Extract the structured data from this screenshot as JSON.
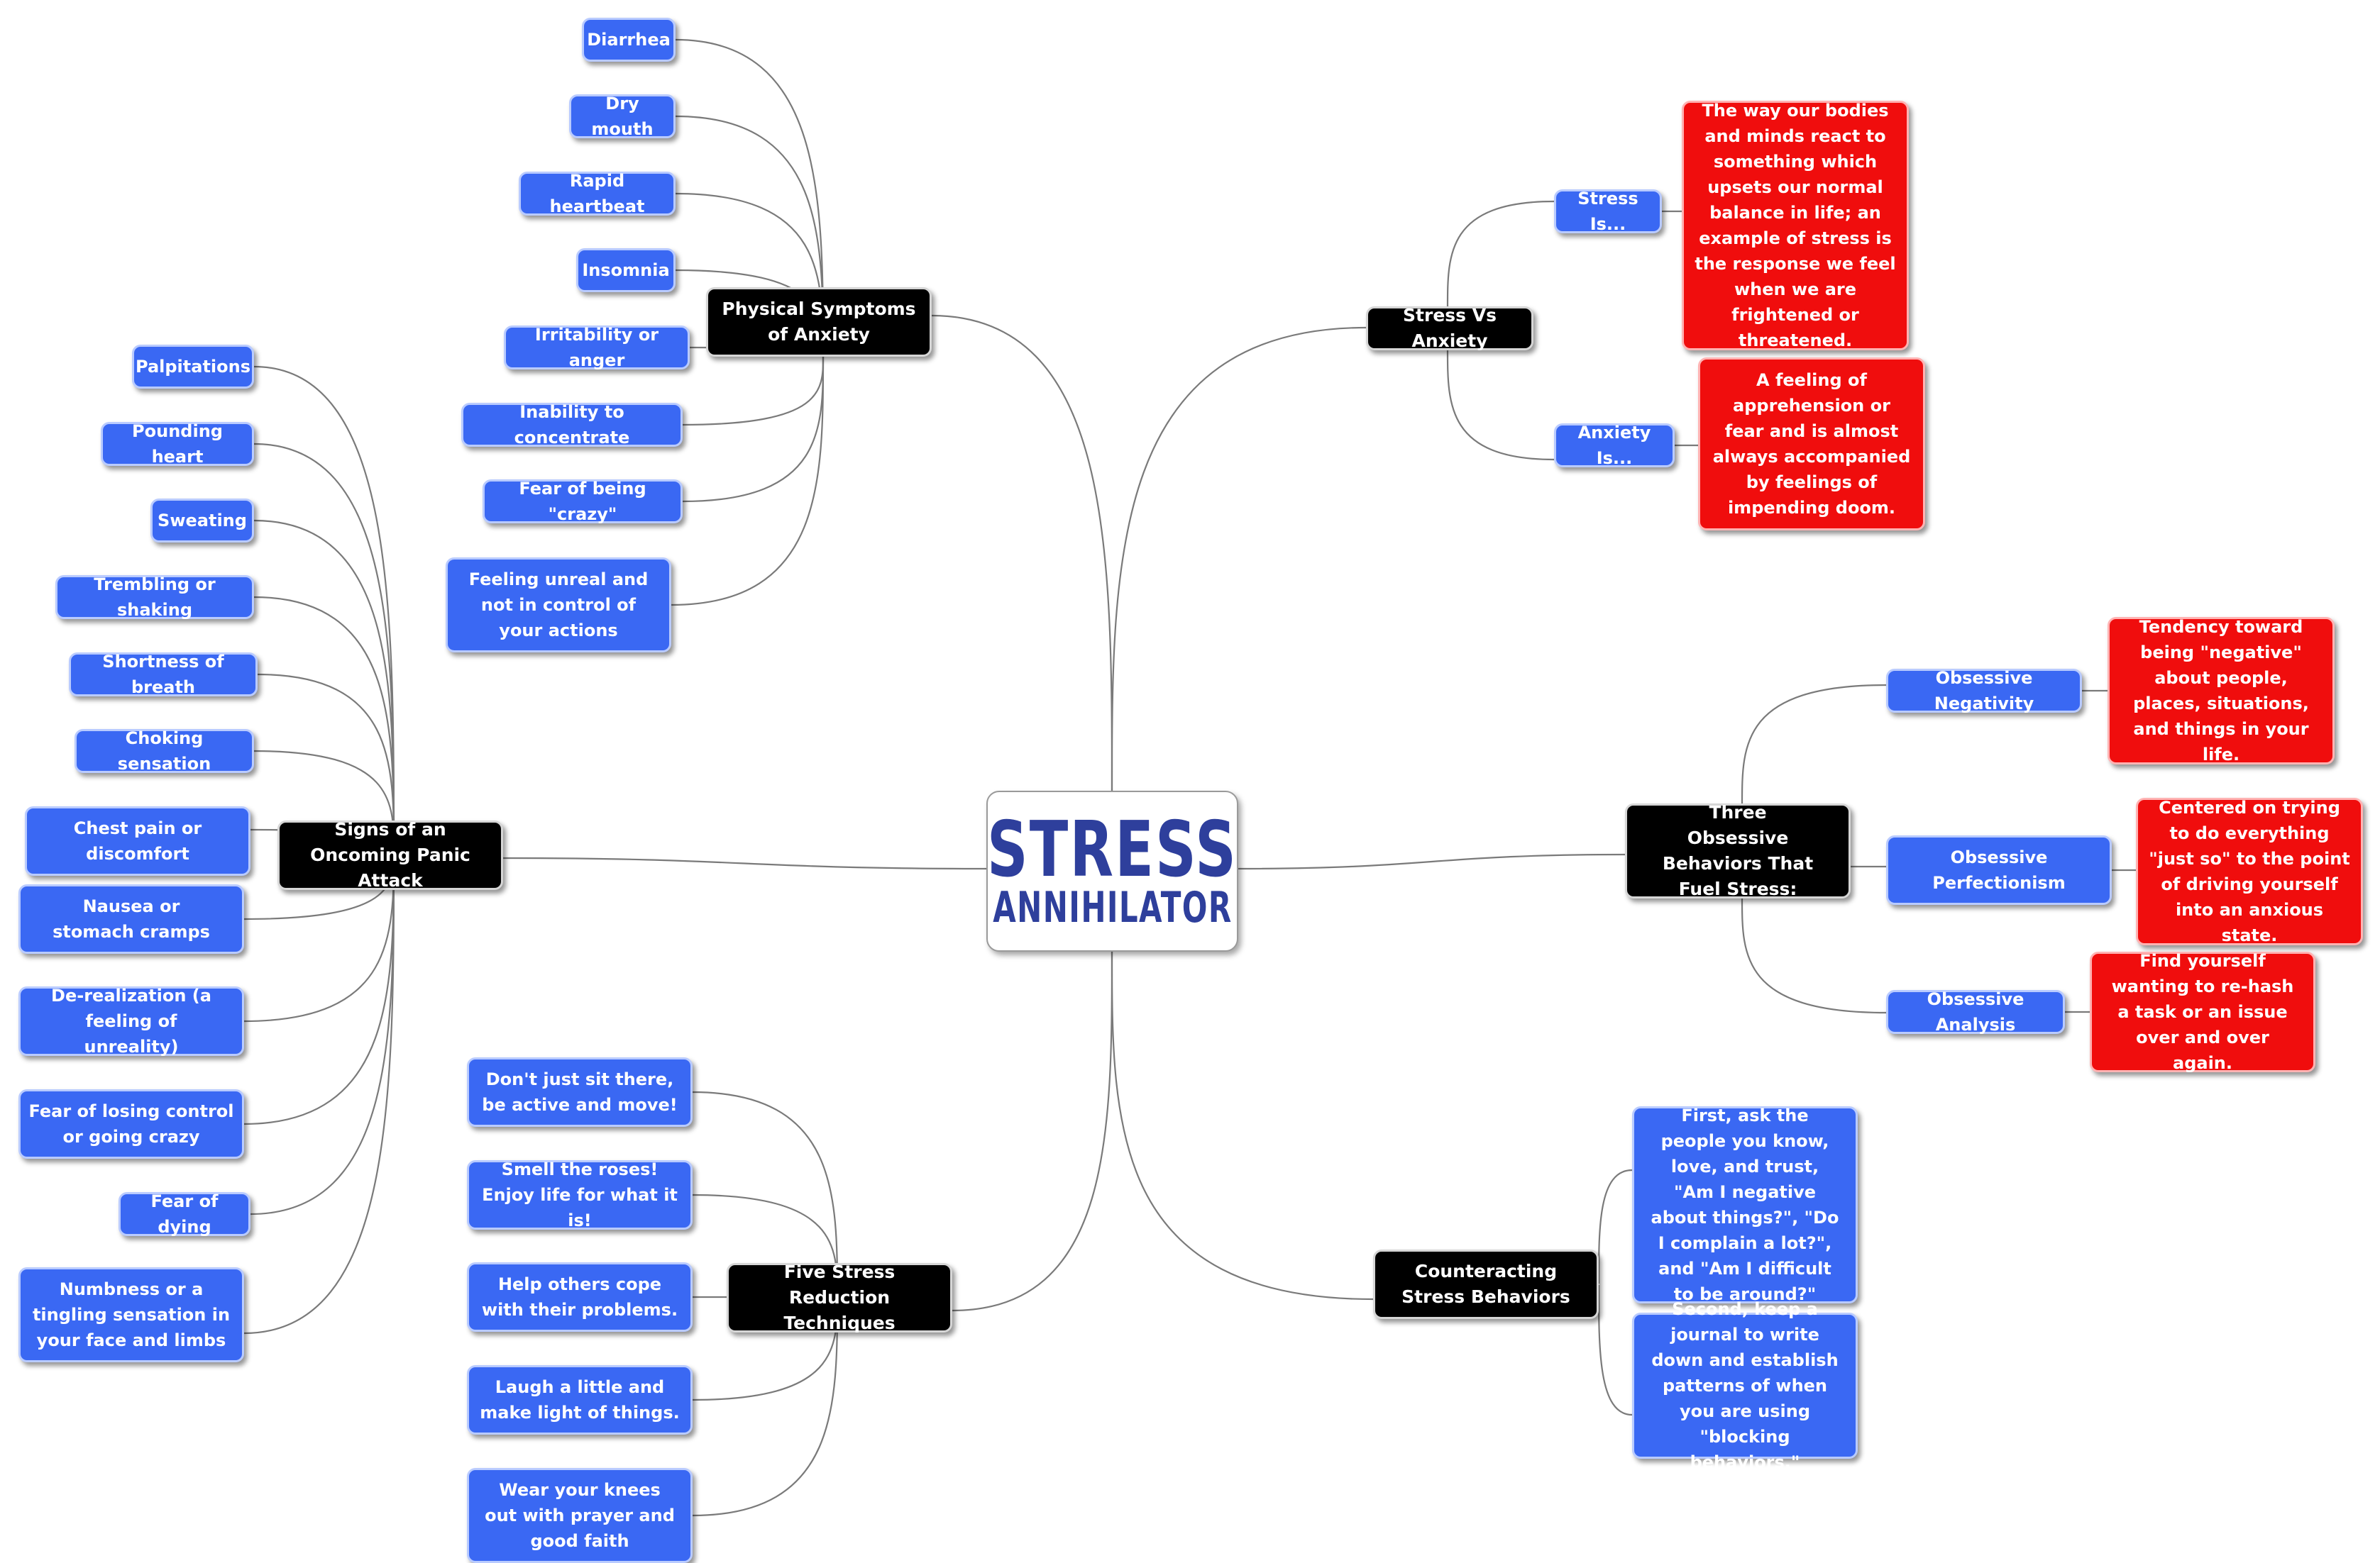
{
  "central": {
    "line1": "STRESS",
    "line2": "ANNIHILATOR"
  },
  "branches": {
    "physical_symptoms": {
      "label": "Physical Symptoms of Anxiety",
      "items": [
        "Diarrhea",
        "Dry mouth",
        "Rapid heartbeat",
        "Insomnia",
        "Irritability or anger",
        "Inability to concentrate",
        "Fear of being \"crazy\"",
        "Feeling unreal and not in control of your actions"
      ]
    },
    "panic_attack": {
      "label": "Signs of an Oncoming Panic Attack",
      "items": [
        "Palpitations",
        "Pounding heart",
        "Sweating",
        "Trembling or shaking",
        "Shortness of breath",
        "Choking sensation",
        "Chest pain or discomfort",
        "Nausea or stomach cramps",
        "De-realization (a feeling of unreality)",
        "Fear of losing control or going crazy",
        "Fear of dying",
        "Numbness or a tingling sensation in your face and limbs"
      ]
    },
    "techniques": {
      "label": "Five Stress Reduction Techniques",
      "items": [
        "Don't just sit there, be active and move!",
        "Smell the roses!  Enjoy life for what it is!",
        "Help others cope with their problems.",
        "Laugh a little and make light of things.",
        "Wear your knees out with prayer and good faith"
      ]
    },
    "stress_vs_anxiety": {
      "label": "Stress Vs Anxiety",
      "stress": {
        "label": "Stress Is...",
        "text": "The way our bodies and minds react to something which upsets our normal balance in life; an example of stress is the response we feel when we are frightened or threatened."
      },
      "anxiety": {
        "label": "Anxiety Is...",
        "text": "A feeling of apprehension or fear and is almost always accompanied by feelings of impending doom."
      }
    },
    "obsessive": {
      "label": "Three Obsessive Behaviors That Fuel Stress:",
      "negativity": {
        "label": "Obsessive Negativity",
        "text": "Tendency toward being \"negative\" about people, places, situations, and things in your life."
      },
      "perfectionism": {
        "label": "Obsessive Perfectionism",
        "text": "Centered on trying to do everything \"just so\" to the point of driving yourself into an anxious state."
      },
      "analysis": {
        "label": "Obsessive Analysis",
        "text": "Find yourself wanting to re-hash a task or an issue over and over again."
      }
    },
    "counteracting": {
      "label": "Counteracting Stress Behaviors",
      "items": [
        "First, ask the people you know, love, and trust, \"Am I negative about things?\", \"Do I complain a lot?\", and \"Am I difficult to be around?\"",
        "Second, keep a journal to write down and establish patterns of when you are using \"blocking behaviors.\""
      ]
    }
  },
  "colors": {
    "topic_blue": "#3a68f3",
    "main_black": "#000000",
    "note_red": "#f00d0d",
    "logo_navy": "#2e3f9c",
    "connector": "#7a7a7a"
  }
}
